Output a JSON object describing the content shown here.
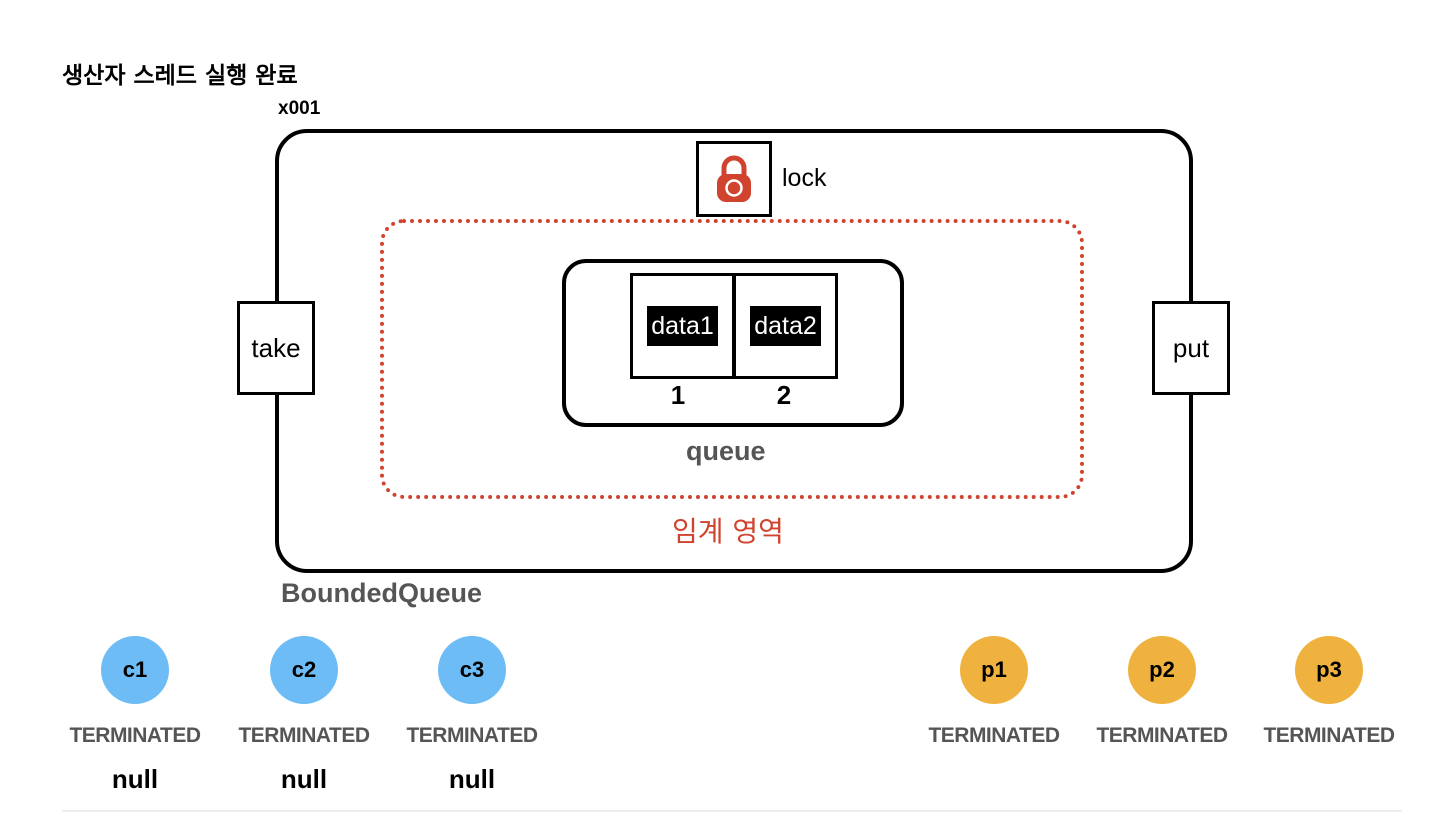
{
  "title": "생산자 스레드 실행 완료",
  "address": "x001",
  "lock": {
    "label": "lock",
    "icon": "padlock-icon",
    "color": "#d0442f"
  },
  "critical_section": {
    "label": "임계 영역",
    "color": "#d0442f"
  },
  "queue": {
    "label": "queue",
    "slots": [
      {
        "value": "data1",
        "index": "1"
      },
      {
        "value": "data2",
        "index": "2"
      }
    ]
  },
  "methods": {
    "take": "take",
    "put": "put"
  },
  "class_name": "BoundedQueue",
  "consumers": [
    {
      "name": "c1",
      "state": "TERMINATED",
      "result": "null",
      "color": "#6dbcf5"
    },
    {
      "name": "c2",
      "state": "TERMINATED",
      "result": "null",
      "color": "#6dbcf5"
    },
    {
      "name": "c3",
      "state": "TERMINATED",
      "result": "null",
      "color": "#6dbcf5"
    }
  ],
  "producers": [
    {
      "name": "p1",
      "state": "TERMINATED",
      "color": "#f0b23e"
    },
    {
      "name": "p2",
      "state": "TERMINATED",
      "color": "#f0b23e"
    },
    {
      "name": "p3",
      "state": "TERMINATED",
      "color": "#f0b23e"
    }
  ]
}
